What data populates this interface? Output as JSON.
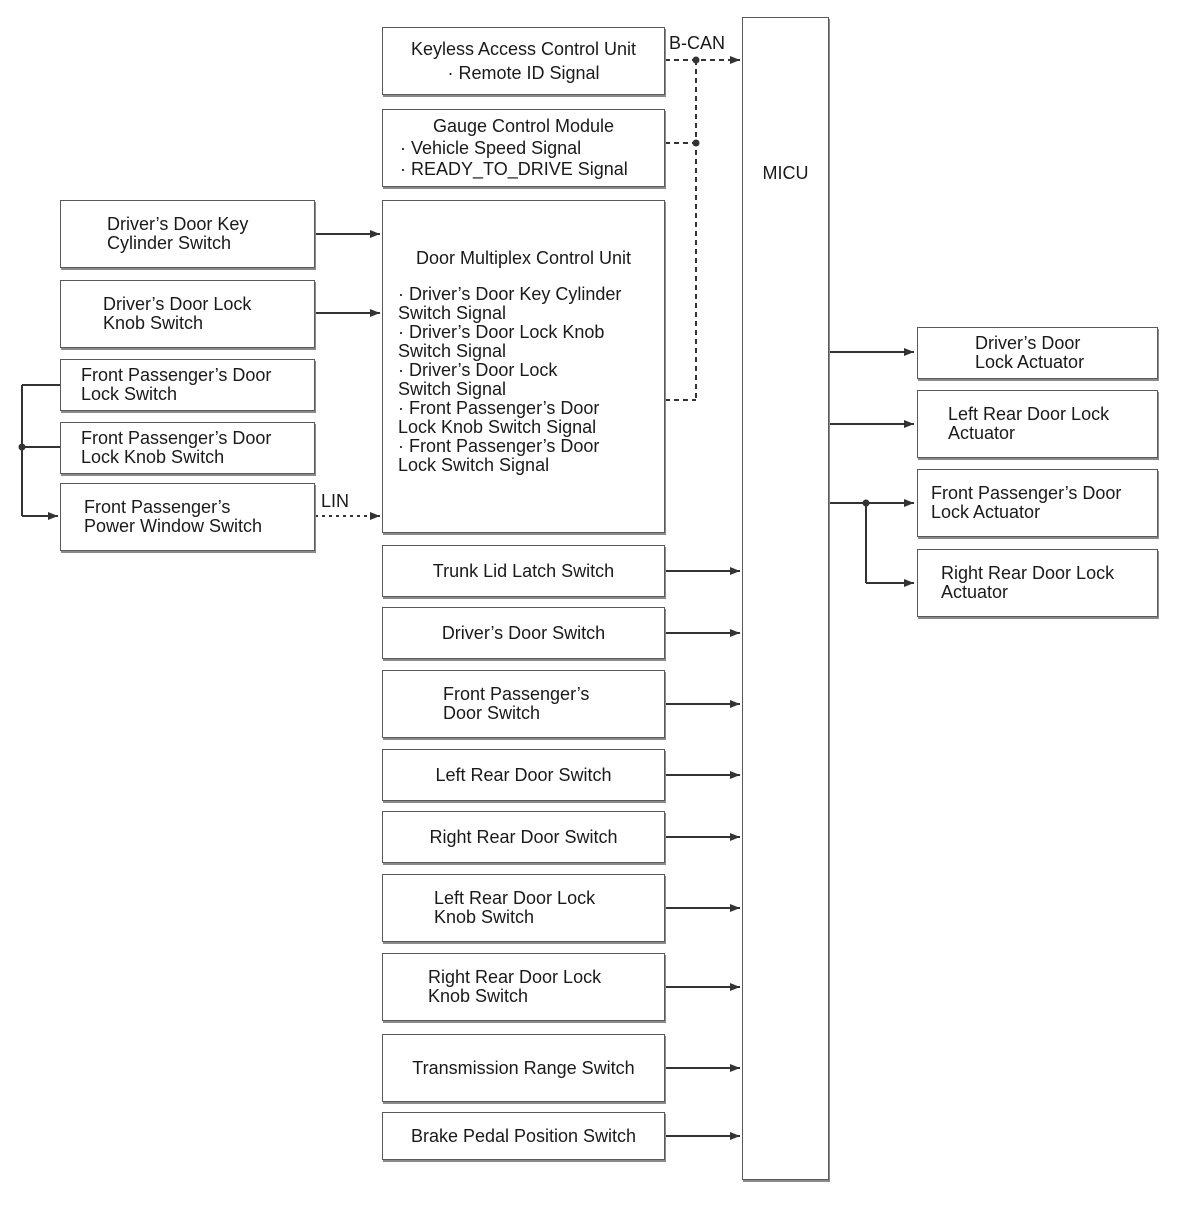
{
  "labels": {
    "bcan": "B-CAN",
    "lin": "LIN"
  },
  "micu": {
    "title": "MICU"
  },
  "keyless": {
    "lines": [
      "Keyless Access Control Unit",
      "· Remote ID Signal"
    ]
  },
  "gauge": {
    "lines": [
      "Gauge Control Module",
      "· Vehicle Speed Signal",
      "· READY_TO_DRIVE Signal"
    ]
  },
  "door_mux": {
    "title": "Door Multiplex Control Unit",
    "lines": [
      "· Driver’s Door Key Cylinder",
      "Switch Signal",
      "· Driver’s Door Lock Knob",
      "Switch Signal",
      "· Driver’s Door Lock",
      "Switch Signal",
      "· Front Passenger’s Door",
      "Lock Knob Switch Signal",
      "· Front Passenger’s Door",
      "Lock Switch Signal"
    ]
  },
  "left_inputs": [
    {
      "lines": [
        "Driver’s Door Key",
        "Cylinder Switch"
      ]
    },
    {
      "lines": [
        "Driver’s Door Lock",
        "Knob Switch"
      ]
    },
    {
      "lines": [
        "Front Passenger’s Door",
        "Lock Switch"
      ]
    },
    {
      "lines": [
        "Front Passenger’s Door",
        "Lock Knob Switch"
      ]
    },
    {
      "lines": [
        "Front Passenger’s",
        "Power Window Switch"
      ]
    }
  ],
  "switches": [
    {
      "lines": [
        "Trunk Lid Latch Switch"
      ]
    },
    {
      "lines": [
        "Driver’s Door Switch"
      ]
    },
    {
      "lines": [
        "Front Passenger’s",
        "Door Switch"
      ]
    },
    {
      "lines": [
        "Left Rear Door Switch"
      ]
    },
    {
      "lines": [
        "Right Rear Door Switch"
      ]
    },
    {
      "lines": [
        "Left Rear Door Lock",
        "Knob Switch"
      ]
    },
    {
      "lines": [
        "Right Rear Door Lock",
        "Knob Switch"
      ]
    },
    {
      "lines": [
        "Transmission Range Switch"
      ]
    },
    {
      "lines": [
        "Brake Pedal Position Switch"
      ]
    }
  ],
  "actuators": [
    {
      "lines": [
        "Driver’s Door",
        "Lock Actuator"
      ]
    },
    {
      "lines": [
        "Left Rear Door Lock",
        "Actuator"
      ]
    },
    {
      "lines": [
        "Front Passenger’s Door",
        "Lock Actuator"
      ]
    },
    {
      "lines": [
        "Right Rear Door Lock",
        "Actuator"
      ]
    }
  ],
  "colors": {
    "line": "#333333",
    "border": "#5a5a5a"
  }
}
